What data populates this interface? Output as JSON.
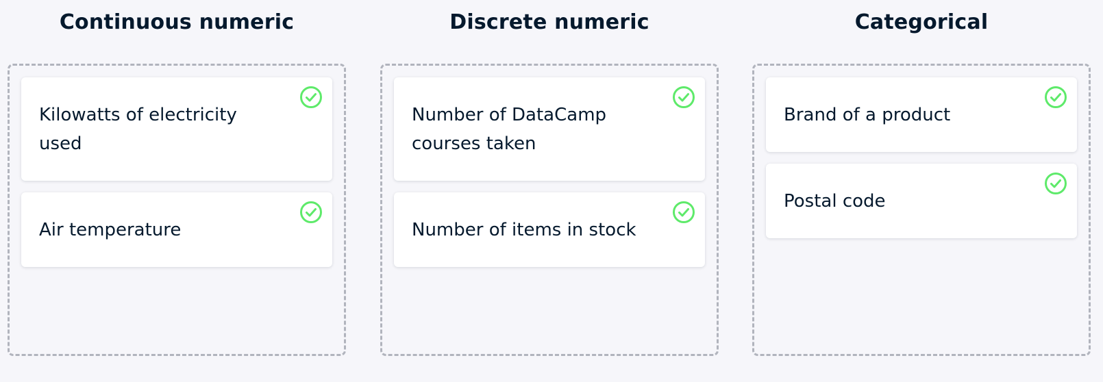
{
  "columns": [
    {
      "title": "Continuous numeric",
      "cards": [
        {
          "label": "Kilowatts of electricity used",
          "icon": "check-circle-icon"
        },
        {
          "label": "Air temperature",
          "icon": "check-circle-icon"
        }
      ]
    },
    {
      "title": "Discrete numeric",
      "cards": [
        {
          "label": "Number of DataCamp courses taken",
          "icon": "check-circle-icon"
        },
        {
          "label": "Number of items in stock",
          "icon": "check-circle-icon"
        }
      ]
    },
    {
      "title": "Categorical",
      "cards": [
        {
          "label": "Brand of a product",
          "icon": "check-circle-icon"
        },
        {
          "label": "Postal code",
          "icon": "check-circle-icon"
        }
      ]
    }
  ],
  "colors": {
    "background": "#f6f6fa",
    "text": "#05192d",
    "dashed_border": "#b1b4bd",
    "card": "#ffffff",
    "correct": "#5eea6a"
  }
}
